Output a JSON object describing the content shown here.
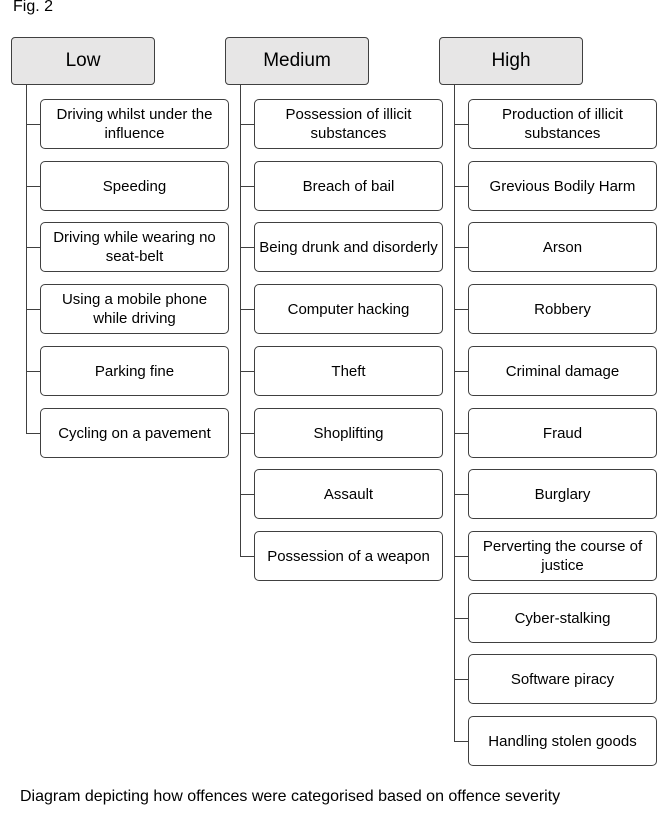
{
  "figure_label": "Fig. 2",
  "caption": "Diagram depicting how offences were categorised based on offence severity",
  "categories": [
    {
      "title": "Low",
      "items": [
        "Driving whilst under the influence",
        "Speeding",
        "Driving while wearing no seat-belt",
        "Using a mobile phone while driving",
        "Parking fine",
        "Cycling on a pavement"
      ]
    },
    {
      "title": "Medium",
      "items": [
        "Possession of illicit substances",
        "Breach of bail",
        "Being drunk and disorderly",
        "Computer hacking",
        "Theft",
        "Shoplifting",
        "Assault",
        "Possession of a weapon"
      ]
    },
    {
      "title": "High",
      "items": [
        "Production of illicit substances",
        "Grevious Bodily Harm",
        "Arson",
        "Robbery",
        "Criminal damage",
        "Fraud",
        "Burglary",
        "Perverting the course of justice",
        "Cyber-stalking",
        "Software piracy",
        "Handling stolen goods"
      ]
    }
  ]
}
